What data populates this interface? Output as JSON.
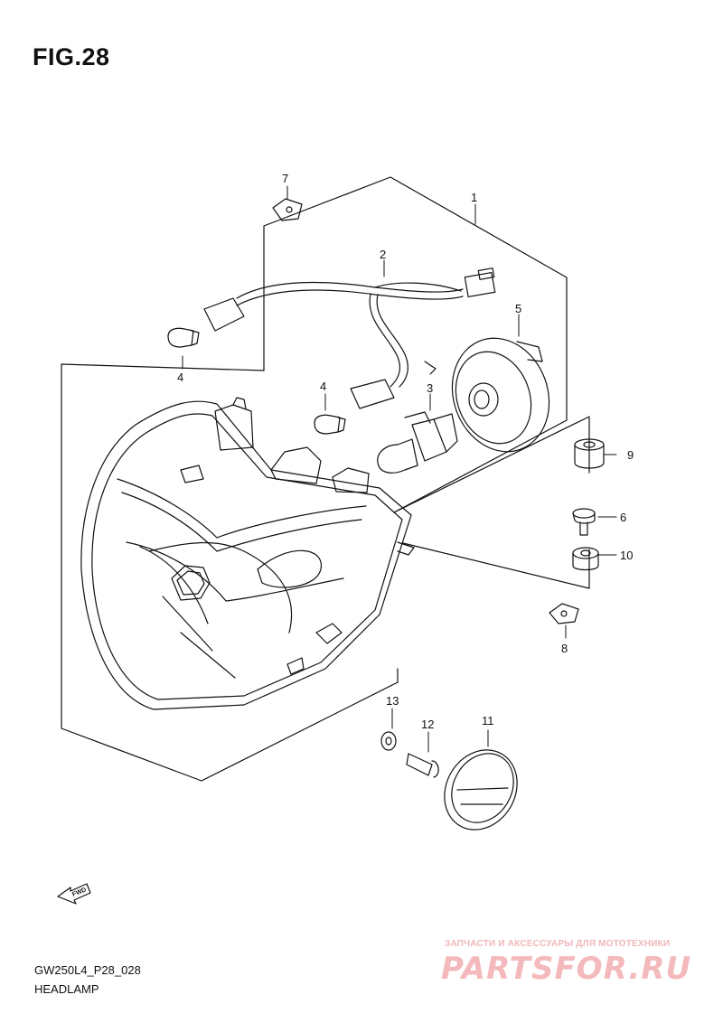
{
  "figure": {
    "title": "FIG.28",
    "code": "GW250L4_P28_028",
    "name": "HEADLAMP"
  },
  "callouts": [
    {
      "id": "c1",
      "label": "1"
    },
    {
      "id": "c2",
      "label": "2"
    },
    {
      "id": "c3",
      "label": "3"
    },
    {
      "id": "c4a",
      "label": "4"
    },
    {
      "id": "c4b",
      "label": "4"
    },
    {
      "id": "c5",
      "label": "5"
    },
    {
      "id": "c6",
      "label": "6"
    },
    {
      "id": "c7",
      "label": "7"
    },
    {
      "id": "c8",
      "label": "8"
    },
    {
      "id": "c9",
      "label": "9"
    },
    {
      "id": "c10",
      "label": "10"
    },
    {
      "id": "c11",
      "label": "11"
    },
    {
      "id": "c12",
      "label": "12"
    },
    {
      "id": "c13",
      "label": "13"
    }
  ],
  "direction_arrow": {
    "label": "FWD"
  },
  "watermark": {
    "tagline": "ЗАПЧАСТИ И АКСЕССУАРЫ ДЛЯ МОТОТЕХНИКИ",
    "logo": "PARTSFOR.RU"
  },
  "colors": {
    "ink": "#111111",
    "watermark": "#f4b9bc"
  }
}
